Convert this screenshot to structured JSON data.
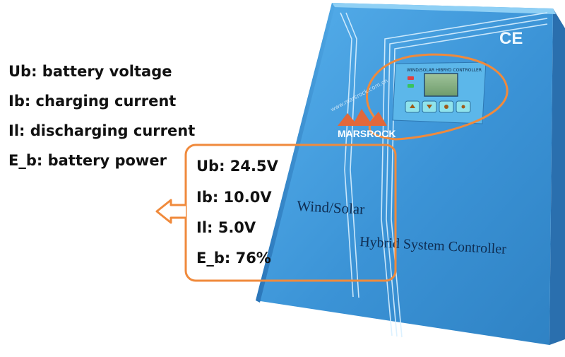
{
  "legend": {
    "items": [
      "Ub: battery voltage",
      "Ib: charging current",
      "Il:  discharging current",
      "E_b: battery power"
    ]
  },
  "readout": {
    "items": [
      "Ub: 24.5V",
      "Ib: 10.0V",
      "Il: 5.0V",
      "E_b: 76%"
    ]
  },
  "device": {
    "ce_mark": "CE",
    "brand": "MARSROCK",
    "screen_title": "WIND/SOLAR HIBRYD CONTROLLER",
    "watermark": "www.marsrock.com.cn",
    "caption_line1": "Wind/Solar",
    "caption_line2": "Hybrid System Controller"
  },
  "colors": {
    "panel": "#3b93d6",
    "callout": "#f08a3c"
  }
}
